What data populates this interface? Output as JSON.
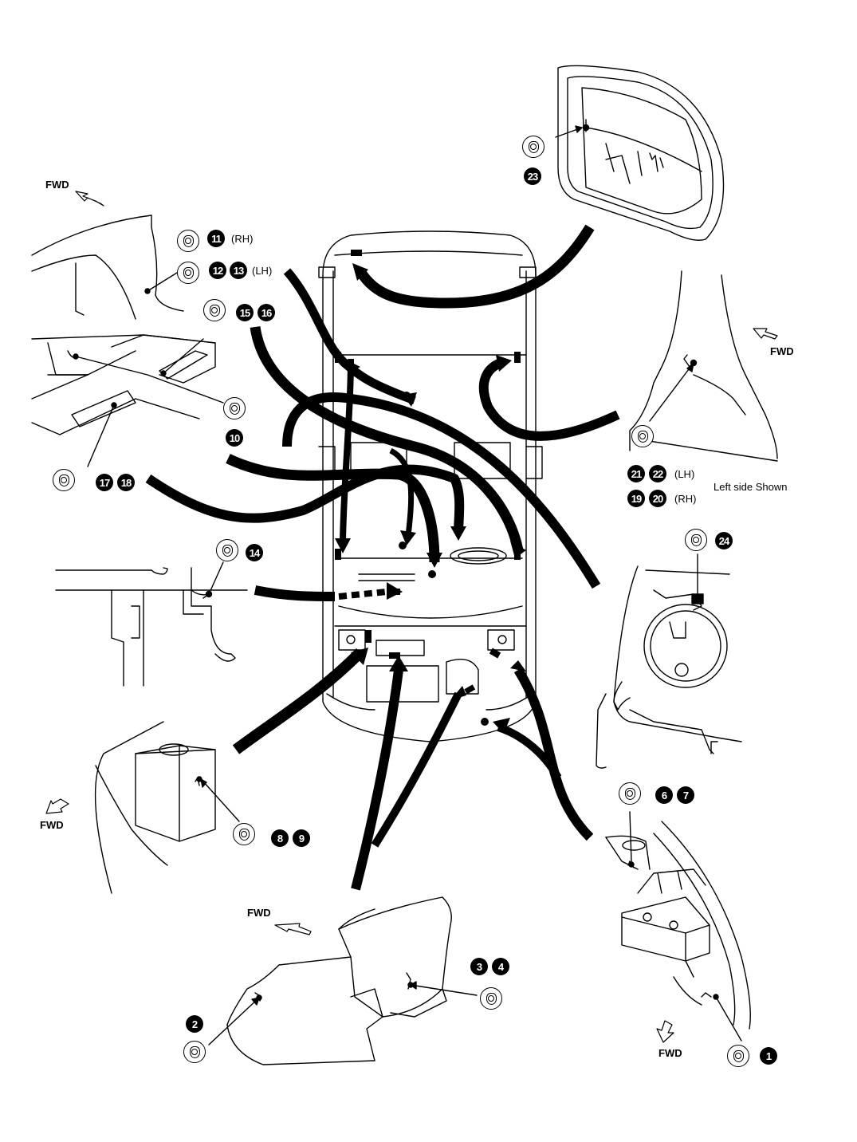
{
  "labels": {
    "fwd_top_left": "FWD",
    "fwd_right_mid": "FWD",
    "fwd_left_bottom": "FWD",
    "fwd_bottom_center": "FWD",
    "fwd_bottom_right": "FWD",
    "left_side_shown": "Left side Shown",
    "rh_11": "(RH)",
    "lh_12_13": "(LH)",
    "lh_21_22": "(LH)",
    "rh_19_20": "(RH)"
  },
  "callouts": {
    "n1": "1",
    "n2": "2",
    "n3": "3",
    "n4": "4",
    "n6": "6",
    "n7": "7",
    "n8": "8",
    "n9": "9",
    "n10": "10",
    "n11": "11",
    "n12": "12",
    "n13": "13",
    "n14": "14",
    "n15": "15",
    "n16": "16",
    "n17": "17",
    "n18": "18",
    "n19": "19",
    "n20": "20",
    "n21": "21",
    "n22": "22",
    "n23": "23",
    "n24": "24"
  },
  "colors": {
    "ink": "#000000",
    "paper": "#ffffff"
  },
  "icons": {
    "clip": "harness-clip-icon",
    "arrow": "fwd-arrow-icon"
  }
}
